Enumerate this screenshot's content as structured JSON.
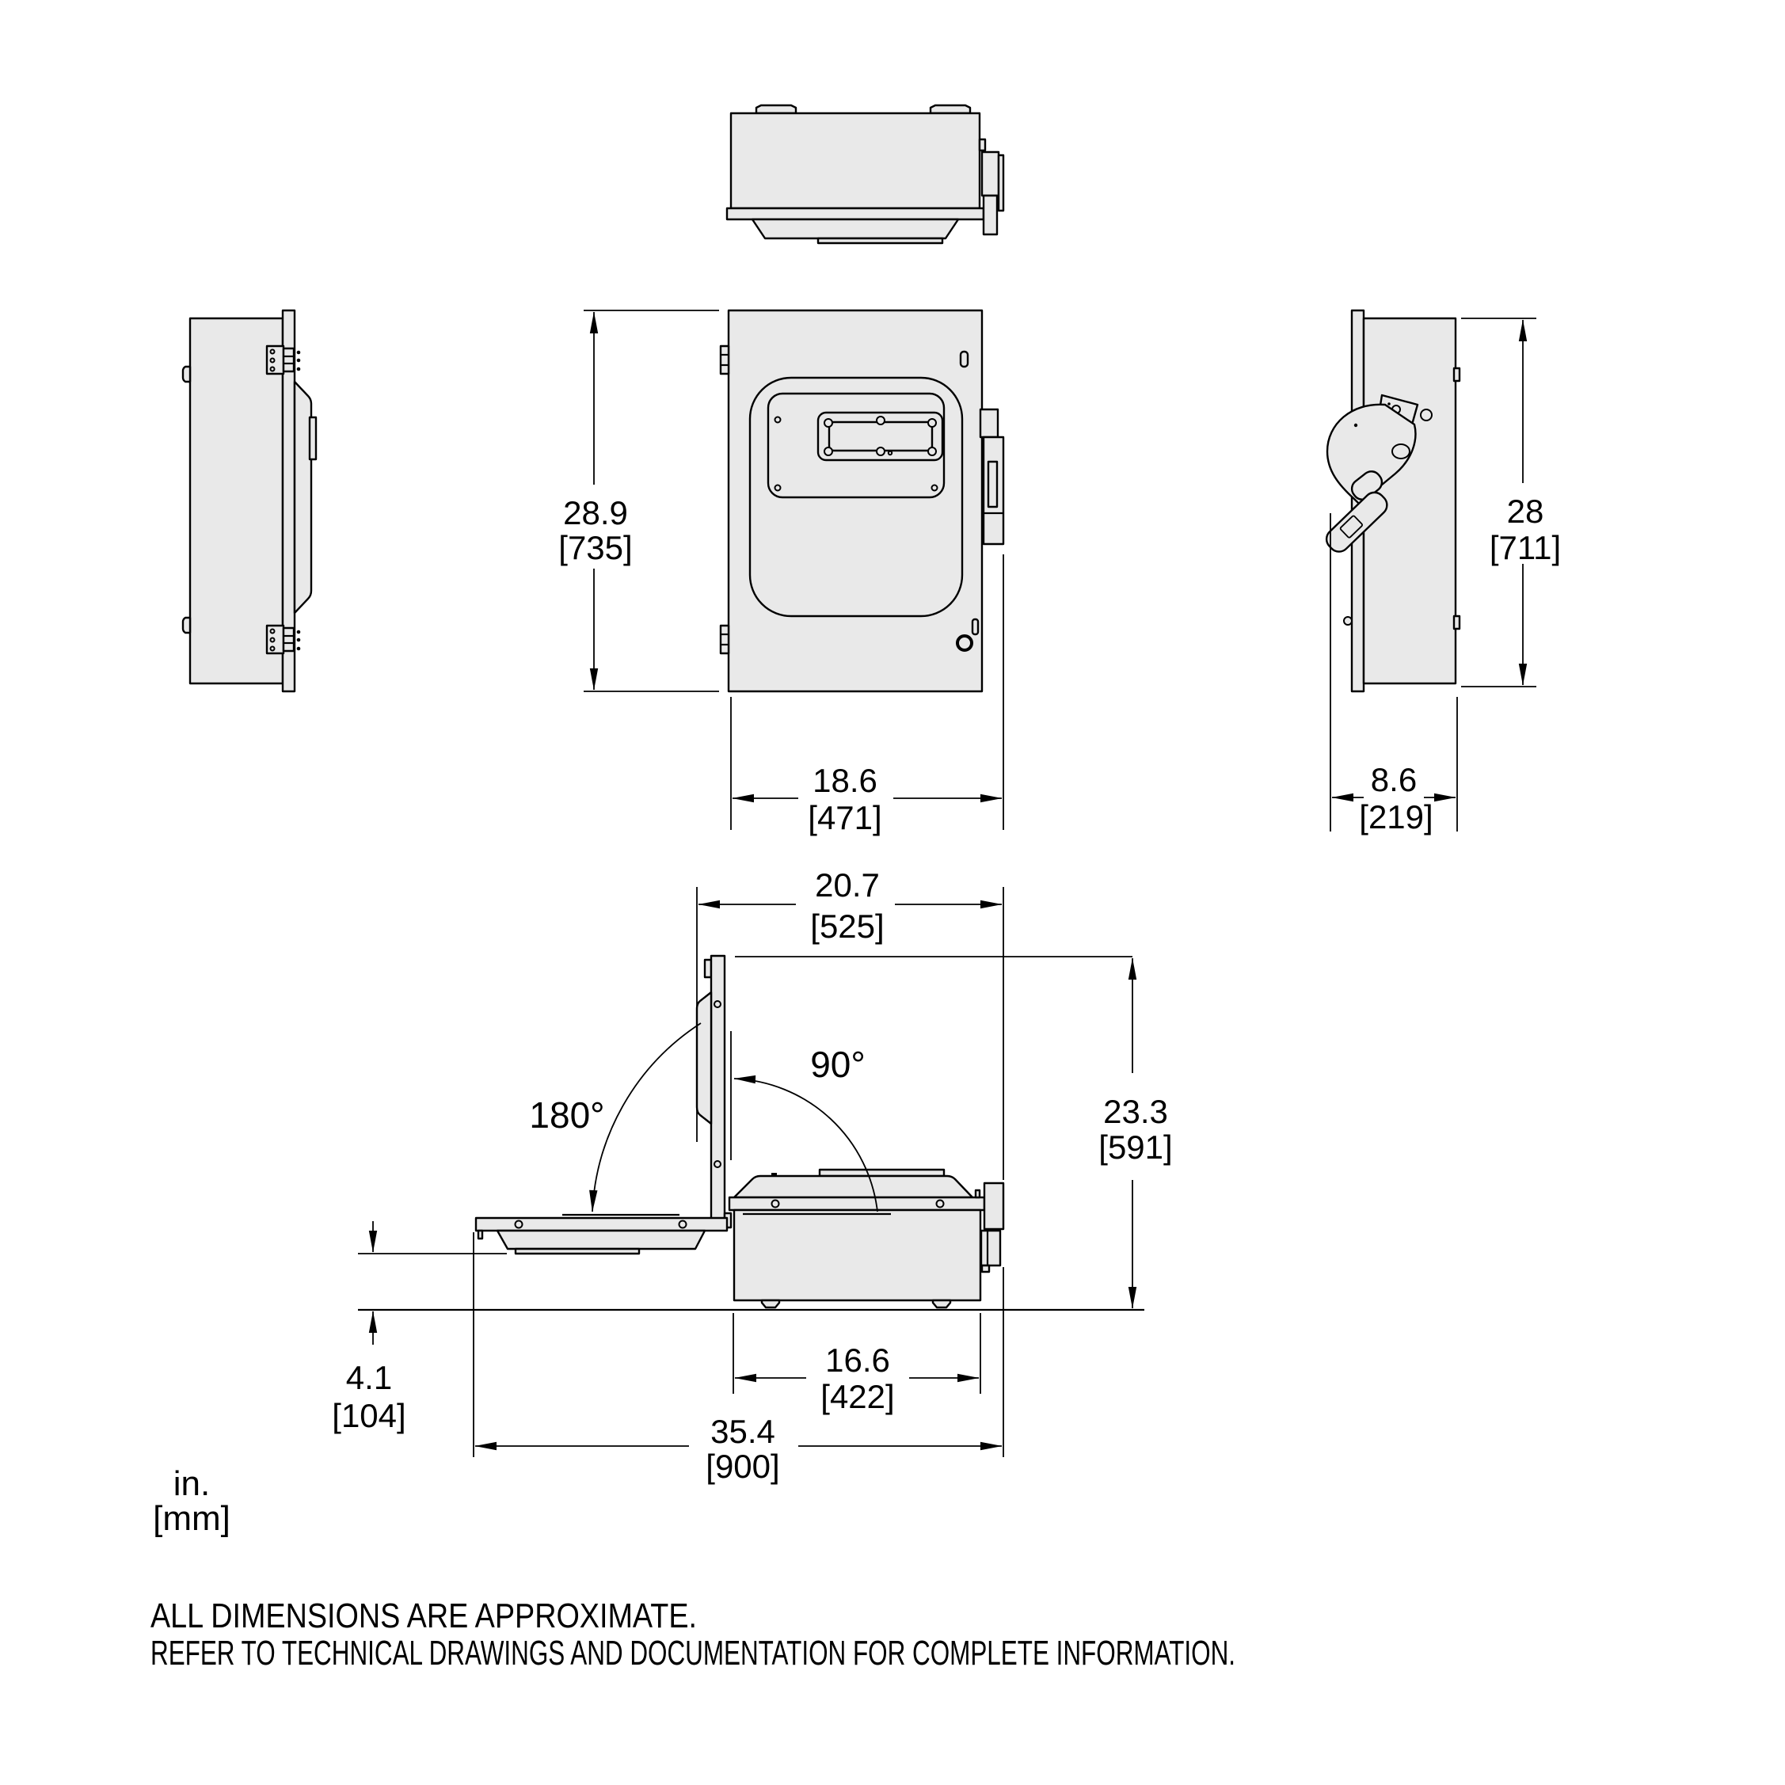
{
  "units_note": {
    "inches": "in.",
    "millimeters": "[mm]"
  },
  "dimensions": {
    "front_height": {
      "in": "28.9",
      "mm": "[735]"
    },
    "front_width": {
      "in": "18.6",
      "mm": "[471]"
    },
    "side_height": {
      "in": "28",
      "mm": "[711]"
    },
    "side_depth": {
      "in": "8.6",
      "mm": "[219]"
    },
    "door_open_width": {
      "in": "20.7",
      "mm": "[525]"
    },
    "door_open_height": {
      "in": "23.3",
      "mm": "[591]"
    },
    "door_drop": {
      "in": "4.1",
      "mm": "[104]"
    },
    "base_depth": {
      "in": "16.6",
      "mm": "[422]"
    },
    "overall_clearance_width": {
      "in": "35.4",
      "mm": "[900]"
    }
  },
  "angles": {
    "open_180": "180°",
    "open_90": "90°"
  },
  "footer": {
    "line1": "ALL DIMENSIONS ARE APPROXIMATE.",
    "line2": "REFER TO TECHNICAL DRAWINGS AND DOCUMENTATION FOR COMPLETE INFORMATION."
  },
  "colors": {
    "part_fill": "#e9e9e9",
    "line": "#000000",
    "background": "#ffffff"
  }
}
